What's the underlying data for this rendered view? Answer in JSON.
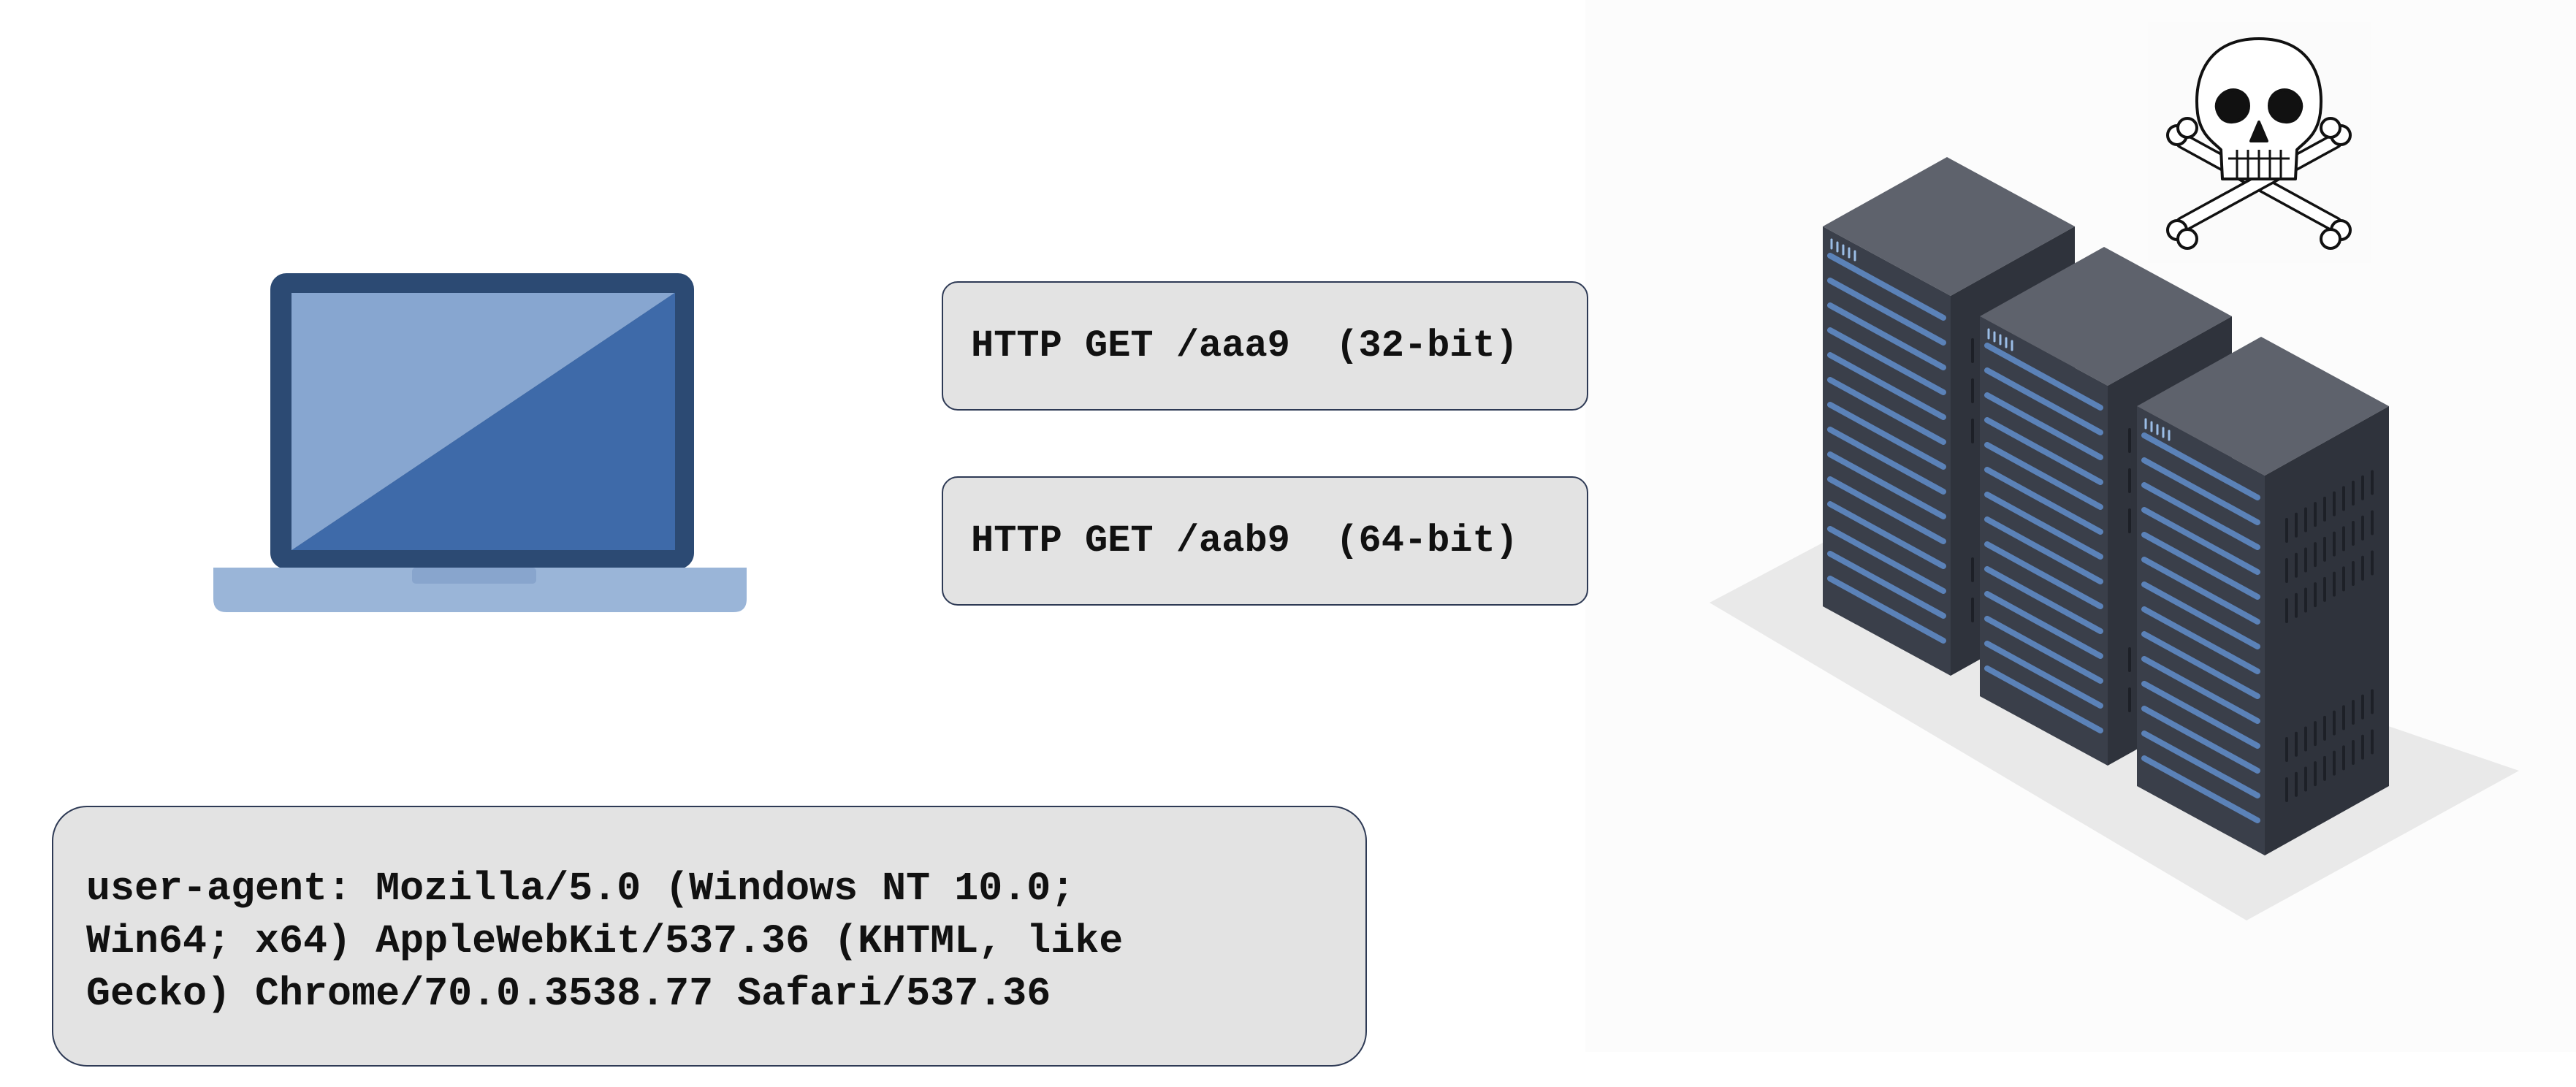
{
  "requests": [
    {
      "method": "HTTP GET",
      "path": "/aaa9",
      "arch": "(32-bit)",
      "text": "HTTP GET /aaa9  (32-bit)"
    },
    {
      "method": "HTTP GET",
      "path": "/aab9",
      "arch": "(64-bit)",
      "text": "HTTP GET /aab9  (64-bit)"
    }
  ],
  "user_agent": {
    "lines": [
      "user-agent: Mozilla/5.0 (Windows NT 10.0;",
      "Win64; x64) AppleWebKit/537.36 (KHTML, like",
      "Gecko) Chrome/70.0.3538.77 Safari/537.36"
    ]
  },
  "icons": {
    "client": "laptop-icon",
    "server": "server-racks-icon",
    "threat": "skull-crossbones-icon"
  },
  "colors": {
    "box_fill": "#e3e3e3",
    "box_border": "#2e3a55",
    "laptop_frame": "#2c4a73",
    "laptop_screen": "#3e6aa9",
    "laptop_base": "#9ab5d8",
    "rack_dark": "#3a3f4a",
    "rack_light": "#5b82b8"
  }
}
